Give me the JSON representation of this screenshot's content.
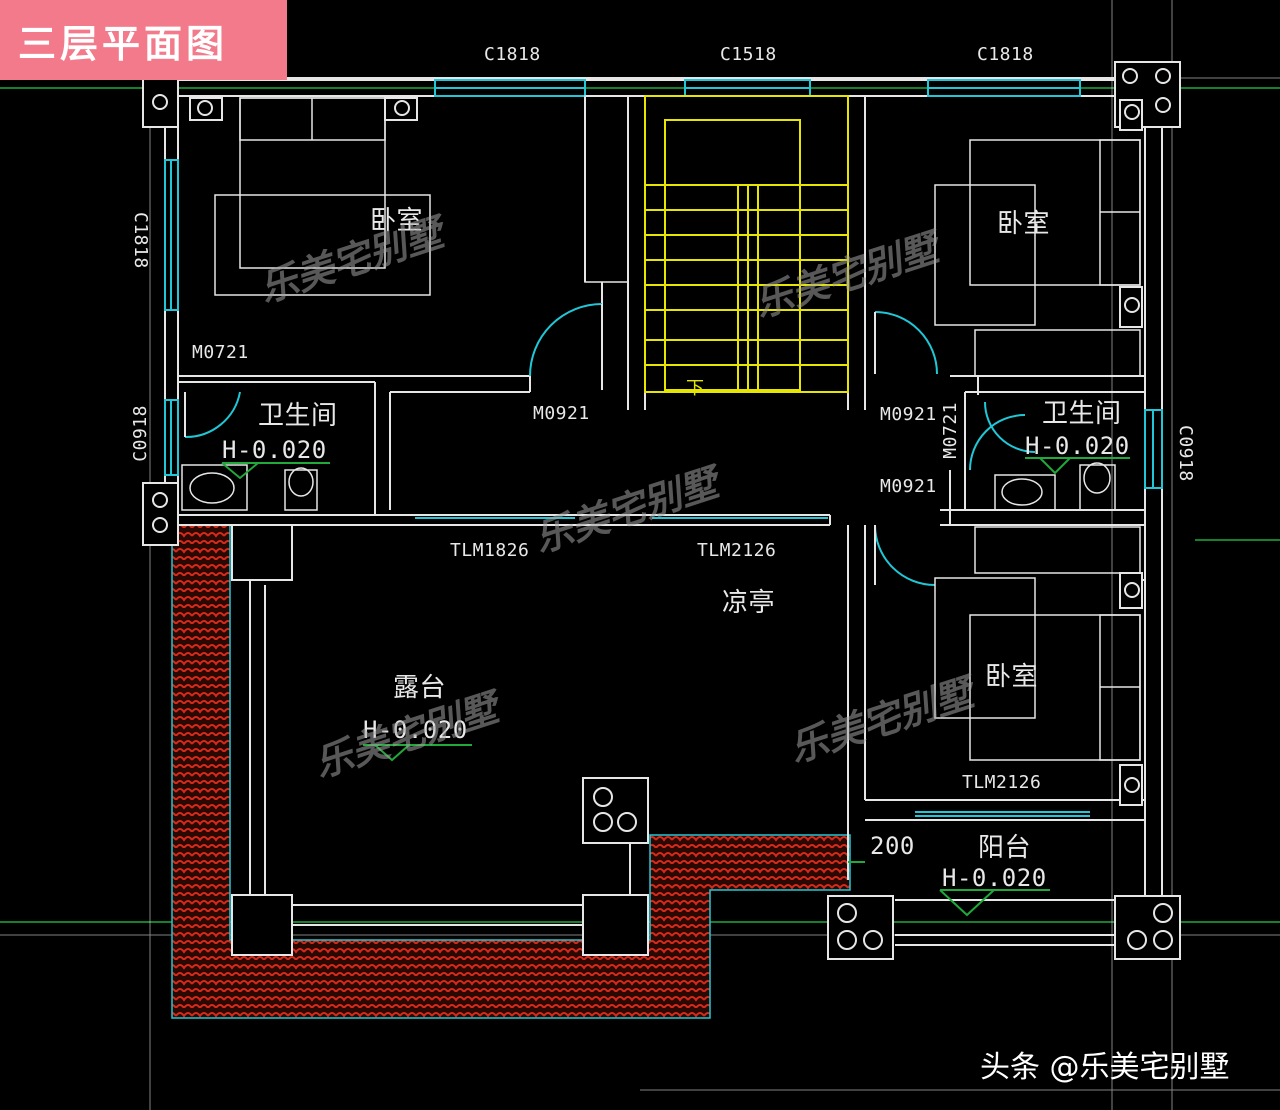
{
  "title": "三层平面图",
  "window_labels": {
    "top_left": "C1818",
    "top_mid": "C1518",
    "top_right": "C1818",
    "left_upper": "C1818",
    "left_lower": "C0918",
    "right": "C0918"
  },
  "door_labels": {
    "m0721_left": "M0721",
    "m0921_center": "M0921",
    "m0921_right_top": "M0921",
    "m0721_right": "M0721",
    "m0921_right_mid": "M0921",
    "tlm1826": "TLM1826",
    "tlm2126_center": "TLM2126",
    "tlm2126_right": "TLM2126"
  },
  "rooms": {
    "bedroom_nw": "卧室",
    "bedroom_ne": "卧室",
    "bedroom_se": "卧室",
    "bath_left": "卫生间",
    "bath_right": "卫生间",
    "pavilion": "凉亭",
    "terrace": "露台",
    "balcony": "阳台"
  },
  "elevations": {
    "bath_left": "H-0.020",
    "bath_right": "H-0.020",
    "terrace": "H-0.020",
    "balcony": "H-0.020"
  },
  "stair_label": "下",
  "dimension": "200",
  "watermark": "乐美宅别墅",
  "credit": "头条 @乐美宅别墅",
  "colors": {
    "background": "#000000",
    "walls": "#e6e6e6",
    "windows": "#21c7d6",
    "stairs": "#e6e600",
    "roof_tiles": "#d62b1a",
    "grid_lines": "#1faa3a",
    "title_tag": "#f27a8a"
  }
}
